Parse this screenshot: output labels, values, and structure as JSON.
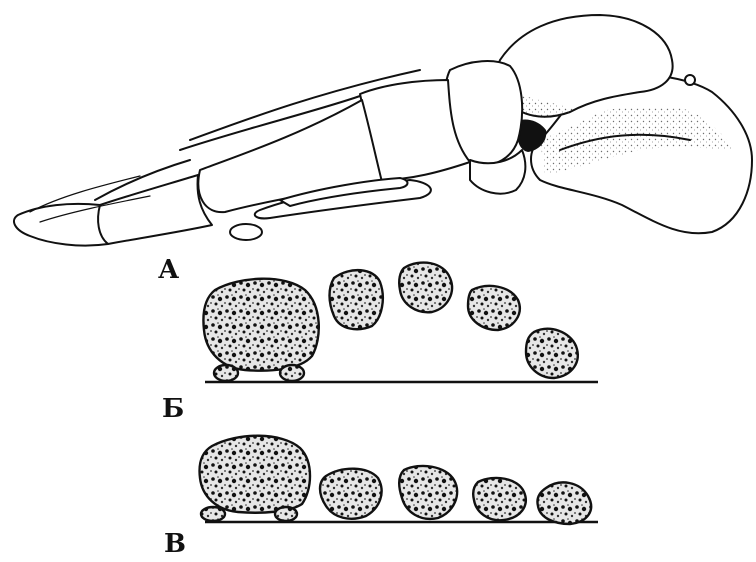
{
  "labels": {
    "a": "А",
    "b": "Б",
    "v": "В"
  },
  "colors": {
    "ink": "#111111",
    "bone_fill": "#ffffff",
    "spongy_fill": "#d9d9d9"
  }
}
